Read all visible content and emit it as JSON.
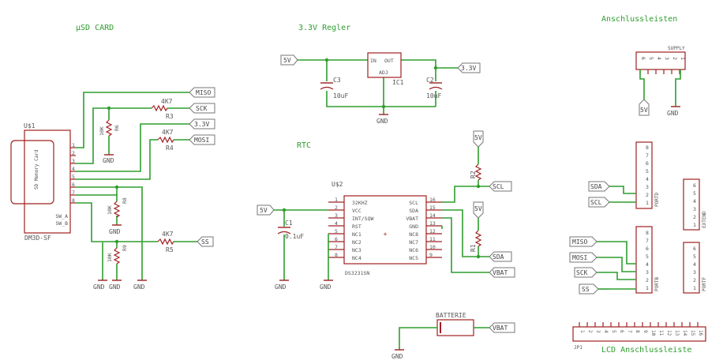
{
  "sections": {
    "sd": "µSD CARD",
    "reg": "3.3V Regler",
    "rtc": "RTC",
    "anschluss": "Anschlussleisten",
    "lcd": "LCD Anschlussleiste"
  },
  "nets": {
    "v5": "5V",
    "v33": "3.3V",
    "gnd": "GND",
    "miso": "MISO",
    "mosi": "MOSI",
    "sck": "SCK",
    "ss": "SS",
    "scl": "SCL",
    "sda": "SDA",
    "vbat": "VBAT"
  },
  "sd_card": {
    "ref": "U$1",
    "part": "DM3D-SF",
    "body": "SD Memory Card",
    "pins": [
      "1",
      "2",
      "3",
      "4",
      "5",
      "6",
      "7",
      "8"
    ],
    "sw_a": "SW_A",
    "sw_b": "SW_B"
  },
  "resistors": {
    "r3": {
      "ref": "R3",
      "value": "4K7"
    },
    "r4": {
      "ref": "R4",
      "value": "4K7"
    },
    "r5": {
      "ref": "R5",
      "value": "4K7"
    },
    "r6": {
      "ref": "R6",
      "value": "10K"
    },
    "r8": {
      "ref": "R8",
      "value": "10K"
    },
    "r9": {
      "ref": "R9",
      "value": "10K"
    },
    "r2": {
      "ref": "R2"
    },
    "r1": {
      "ref": "R1"
    }
  },
  "regulator": {
    "ref": "IC1",
    "in": "IN",
    "out": "OUT",
    "adj": "ADJ",
    "c3": {
      "ref": "C3",
      "value": "10uF"
    },
    "c2": {
      "ref": "C2",
      "value": "10uF"
    }
  },
  "rtc_chip": {
    "ref": "U$2",
    "part": "DS3231SN",
    "left_pins": [
      "1",
      "2",
      "3",
      "4",
      "5",
      "6",
      "7",
      "8"
    ],
    "left_names": [
      "32KHZ",
      "VCC",
      "INT/SQW",
      "RST",
      "NC1",
      "NC2",
      "NC3",
      "NC4"
    ],
    "right_pins": [
      "16",
      "15",
      "14",
      "13",
      "12",
      "11",
      "10",
      "9"
    ],
    "right_names": [
      "SCL",
      "SDA",
      "VBAT",
      "GND",
      "NC8",
      "NC7",
      "NC6",
      "NC5"
    ],
    "c1": {
      "ref": "C1",
      "value": "0.1uF"
    }
  },
  "battery": {
    "label": "BATTERIE"
  },
  "connectors": {
    "supply": {
      "name": "SUPPLY",
      "pins": [
        "6",
        "5",
        "4",
        "3",
        "2",
        "1"
      ]
    },
    "portd": {
      "name": "PORTD",
      "pins": [
        "8",
        "7",
        "6",
        "5",
        "4",
        "3",
        "2",
        "1"
      ]
    },
    "extend": {
      "name": "EXTEND",
      "pins": [
        "6",
        "5",
        "4",
        "3",
        "2",
        "1"
      ]
    },
    "portb": {
      "name": "PORTB",
      "pins": [
        "8",
        "7",
        "6",
        "5",
        "4",
        "3",
        "2",
        "1"
      ]
    },
    "portf": {
      "name": "PORTF",
      "pins": [
        "6",
        "5",
        "4",
        "3",
        "2",
        "1"
      ]
    },
    "jp1": {
      "name": "JP1",
      "pins": [
        "1",
        "2",
        "3",
        "4",
        "5",
        "6",
        "7",
        "8",
        "9",
        "10",
        "11",
        "12",
        "13",
        "14",
        "15",
        "16"
      ]
    }
  }
}
